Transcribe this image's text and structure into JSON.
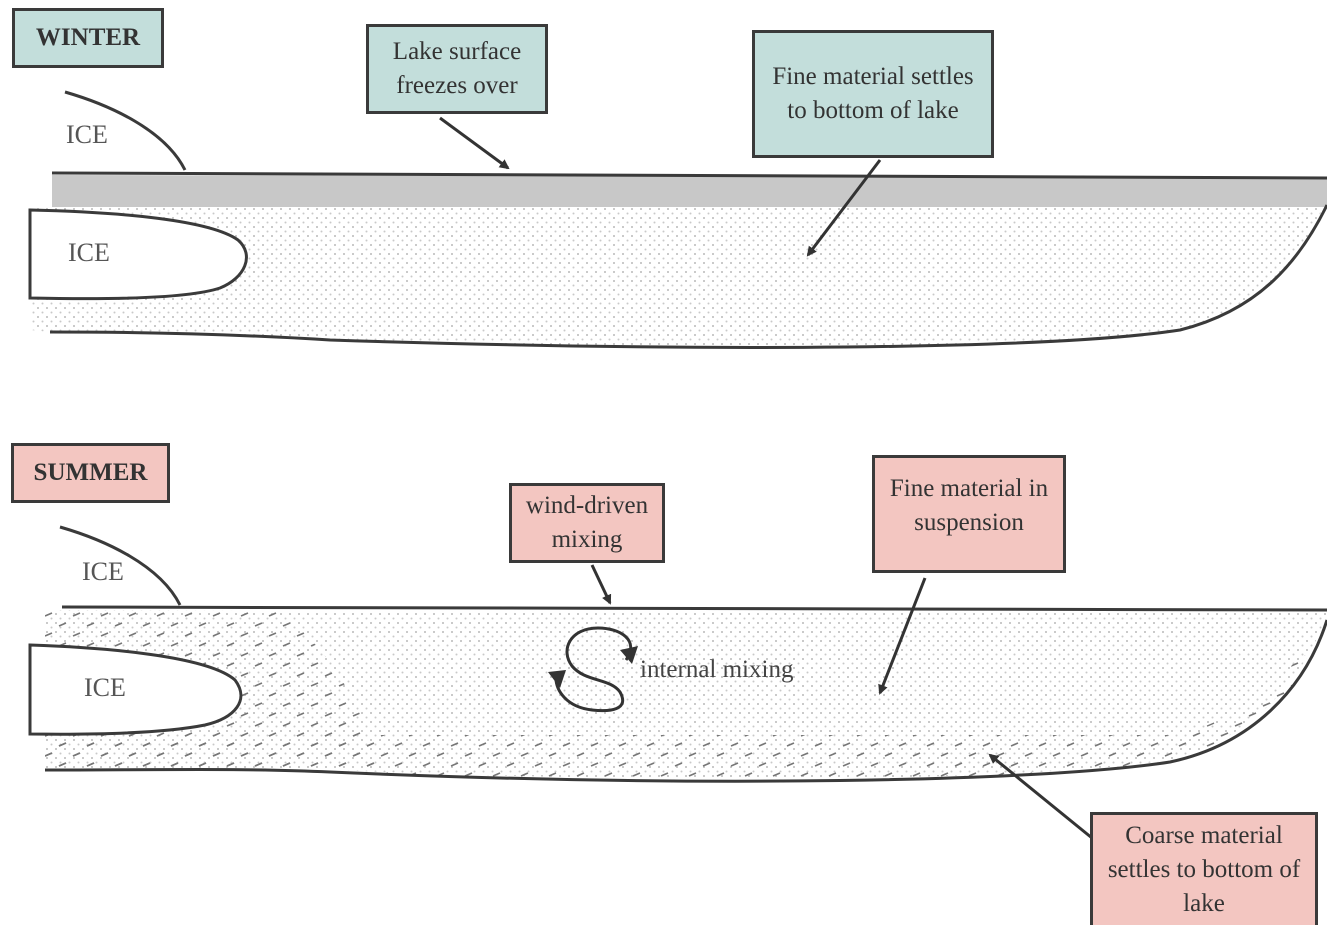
{
  "winter": {
    "season_label": "WINTER",
    "ice_upper": "ICE",
    "ice_lower": "ICE",
    "callout_surface": "Lake surface freezes over",
    "callout_fine": "Fine material settles to bottom of lake"
  },
  "summer": {
    "season_label": "SUMMER",
    "ice_upper": "ICE",
    "ice_lower": "ICE",
    "callout_wind": "wind-driven mixing",
    "callout_fine": "Fine material in suspension",
    "internal_mixing": "internal mixing",
    "callout_coarse": "Coarse material settles to bottom of lake"
  },
  "colors": {
    "winter_box": "#c3dedb",
    "summer_box": "#f3c6c1",
    "ice_cover": "#c8c8c8",
    "outline": "#3a3a3a"
  }
}
